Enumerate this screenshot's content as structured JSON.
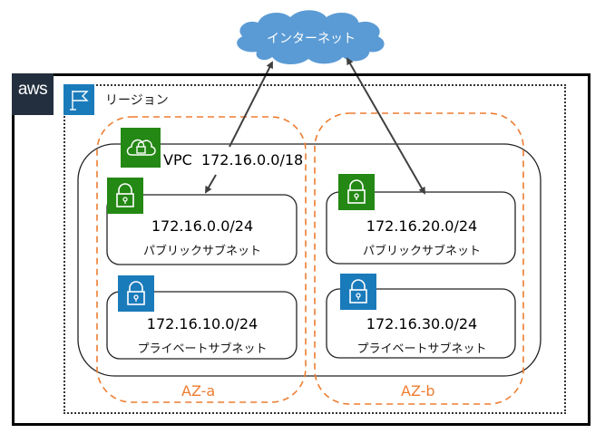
{
  "internet": {
    "label": "インターネット",
    "icon": "internet-cloud-icon"
  },
  "aws": {
    "logo_text": "aws",
    "icon": "aws-logo-icon"
  },
  "region": {
    "label": "リージョン",
    "icon": "region-flag-icon"
  },
  "vpc": {
    "label": "VPC  172.16.0.0/18",
    "icon": "vpc-cloud-lock-icon"
  },
  "availability_zones": [
    {
      "label": "AZ-a"
    },
    {
      "label": "AZ-b"
    }
  ],
  "subnets": [
    {
      "cidr": "172.16.0.0/24",
      "name": "パブリックサブネット",
      "type": "public",
      "az": "AZ-a"
    },
    {
      "cidr": "172.16.10.0/24",
      "name": "プライベートサブネット",
      "type": "private",
      "az": "AZ-a"
    },
    {
      "cidr": "172.16.20.0/24",
      "name": "パブリックサブネット",
      "type": "public",
      "az": "AZ-b"
    },
    {
      "cidr": "172.16.30.0/24",
      "name": "プライベートサブネット",
      "type": "private",
      "az": "AZ-b"
    }
  ],
  "connections": [
    {
      "from": "インターネット",
      "to": "172.16.0.0/24",
      "direction": "bidirectional"
    },
    {
      "from": "インターネット",
      "to": "172.16.20.0/24",
      "direction": "bidirectional"
    }
  ],
  "colors": {
    "public": "#248814",
    "private": "#1a7bbb",
    "az_border": "#ed7d31",
    "cloud": "#5b9bd5",
    "aws_logo_bg": "#232f3e",
    "arrow": "#404040"
  }
}
